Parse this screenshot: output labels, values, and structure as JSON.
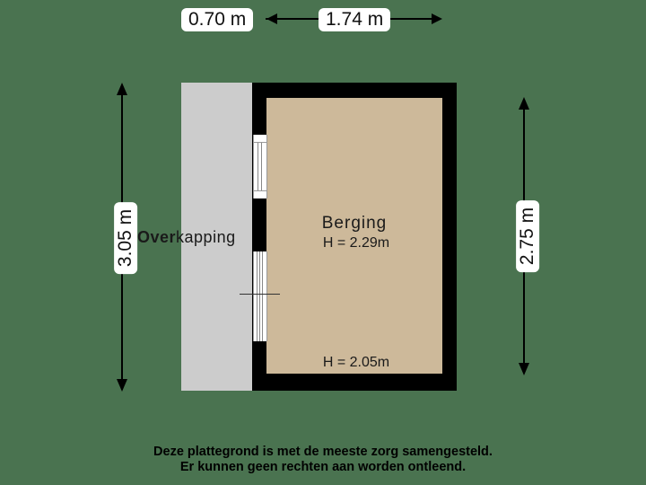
{
  "dimensions": {
    "top_left": "0.70 m",
    "top_right": "1.74 m",
    "left": "3.05 m",
    "right": "2.75 m"
  },
  "areas": {
    "overkapping": {
      "label_bold": "Over",
      "label_rest": "kapping",
      "color": "#cccccc"
    },
    "berging": {
      "name": "Berging",
      "height_main": "H = 2.29m",
      "height_low": "H = 2.05m",
      "color": "#cdb99a"
    }
  },
  "colors": {
    "background": "#4a7350",
    "wall": "#000000"
  },
  "footer": {
    "line1": "Deze plattegrond is met de meeste zorg samengesteld.",
    "line2": "Er kunnen geen rechten aan worden ontleend."
  }
}
